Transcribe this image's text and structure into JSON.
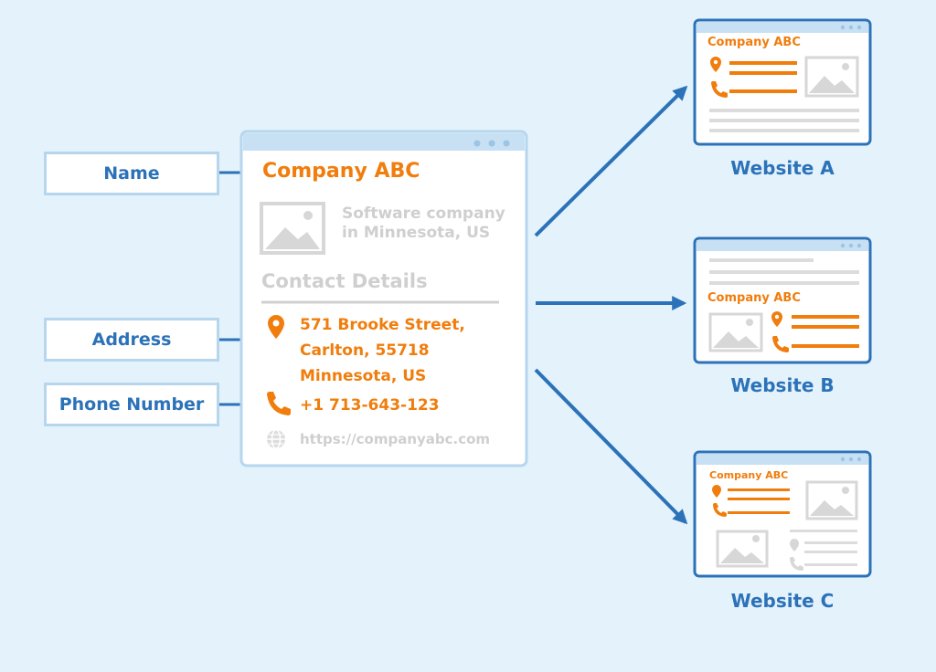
{
  "labels": {
    "name": "Name",
    "address": "Address",
    "phone": "Phone Number"
  },
  "card": {
    "company": "Company ABC",
    "description_line1": "Software company",
    "description_line2": "in Minnesota, US",
    "contact_heading": "Contact Details",
    "address_line1": "571 Brooke Street,",
    "address_line2": "Carlton, 55718",
    "address_line3": "Minnesota, US",
    "phone": "+1 713-643-123",
    "website": "https://companyabc.com"
  },
  "sites": {
    "a": {
      "title": "Website A",
      "company": "Company ABC"
    },
    "b": {
      "title": "Website B",
      "company": "Company ABC"
    },
    "c": {
      "title": "Website C",
      "company": "Company ABC"
    }
  },
  "colors": {
    "background": "#e4f2fc",
    "blue": "#2b72b8",
    "orange": "#f07d0c",
    "grey": "#cfcfcf"
  }
}
